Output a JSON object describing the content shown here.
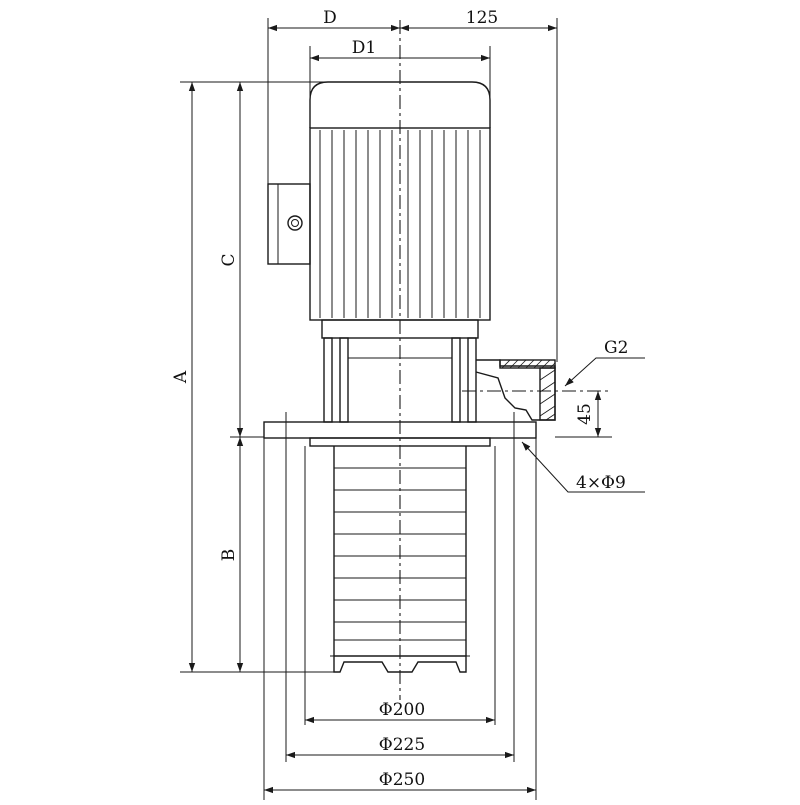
{
  "drawing": {
    "subject": "vertical immersion pump outline drawing",
    "dimension_labels": {
      "D": "D",
      "D1": "D1",
      "top_right": "125",
      "A": "A",
      "C": "C",
      "B": "B",
      "outlet_thread": "G2",
      "outlet_height": "45",
      "mounting_holes": "4×Φ9",
      "dia_200": "Φ200",
      "dia_225": "Φ225",
      "dia_250": "Φ250"
    },
    "line_color": "#1a1a1a",
    "background": "#ffffff"
  }
}
